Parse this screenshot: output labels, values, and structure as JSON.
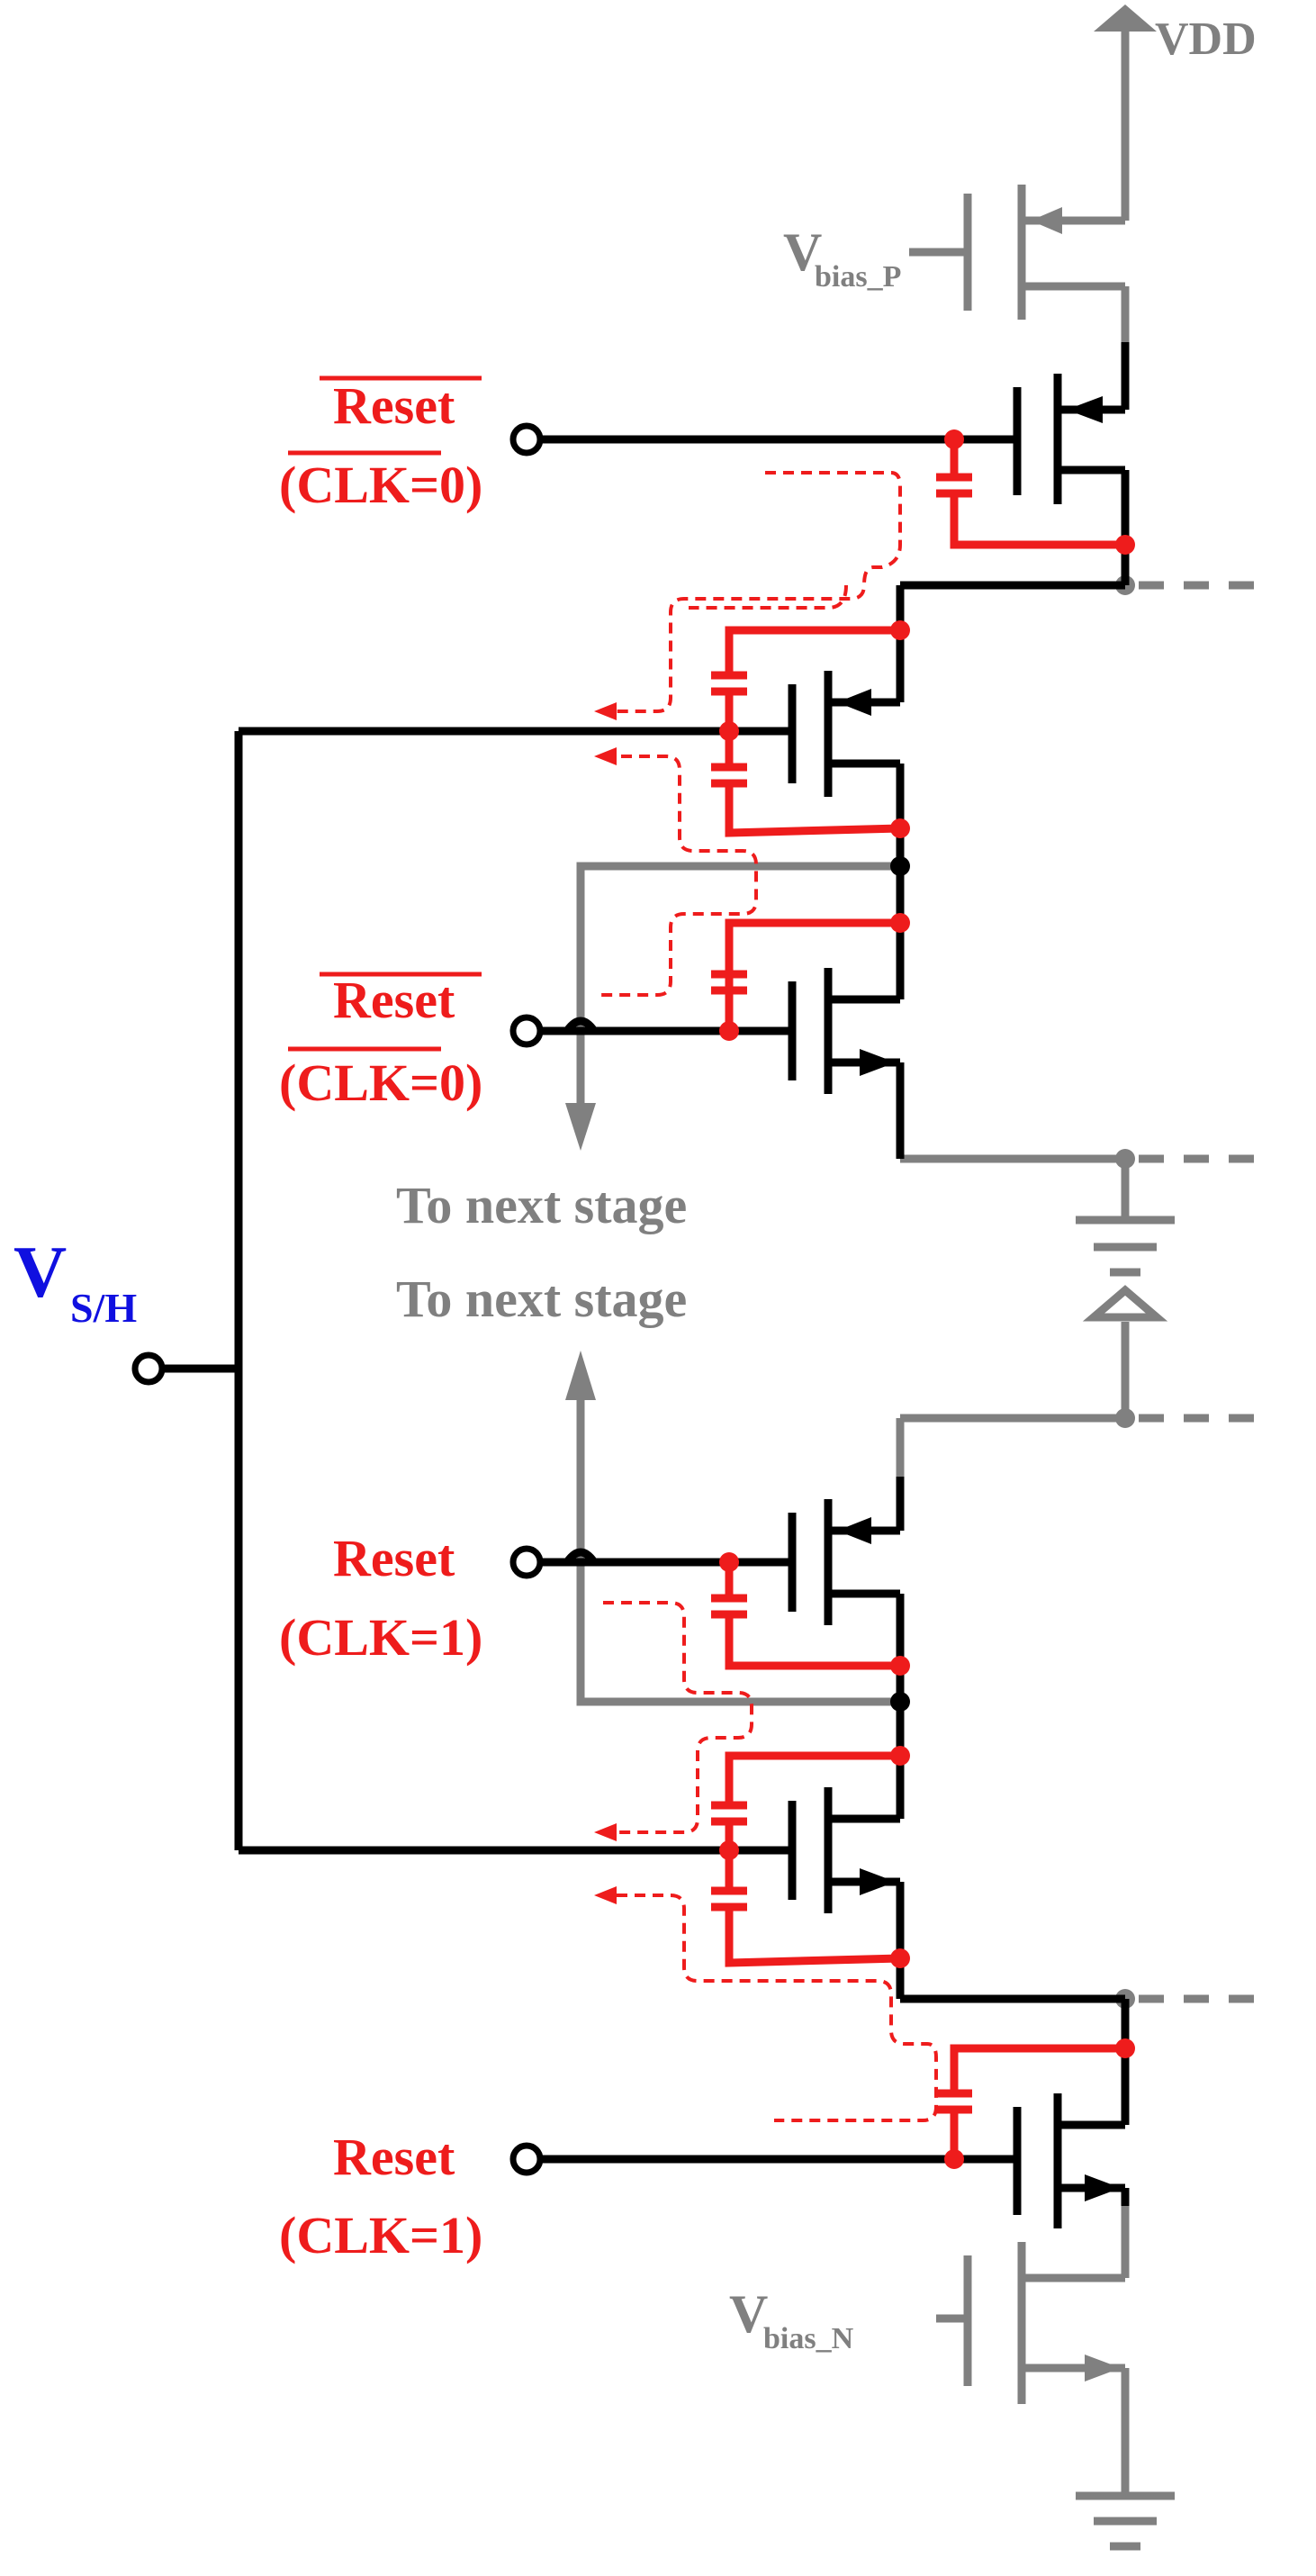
{
  "supply": {
    "vdd": "VDD"
  },
  "bias": {
    "p_main": "V",
    "p_sub": "bias_P",
    "n_main": "V",
    "n_sub": "bias_N"
  },
  "input": {
    "main": "V",
    "sub": "S/H"
  },
  "controls": {
    "reset_bar_top_1": "Reset",
    "clk0_top_1": "(CLK=0)",
    "reset_bar_top_2": "Reset",
    "clk0_top_2": "(CLK=0)",
    "reset_bot_1": "Reset",
    "clk1_bot_1": "(CLK=1)",
    "reset_bot_2": "Reset",
    "clk1_bot_2": "(CLK=1)"
  },
  "next_stage": {
    "upper": "To next stage",
    "lower": "To next stage"
  },
  "colors": {
    "wire": "#000000",
    "highlight": "#ee1c1c",
    "bias_wire": "#808080",
    "input_label": "#1010e0"
  }
}
